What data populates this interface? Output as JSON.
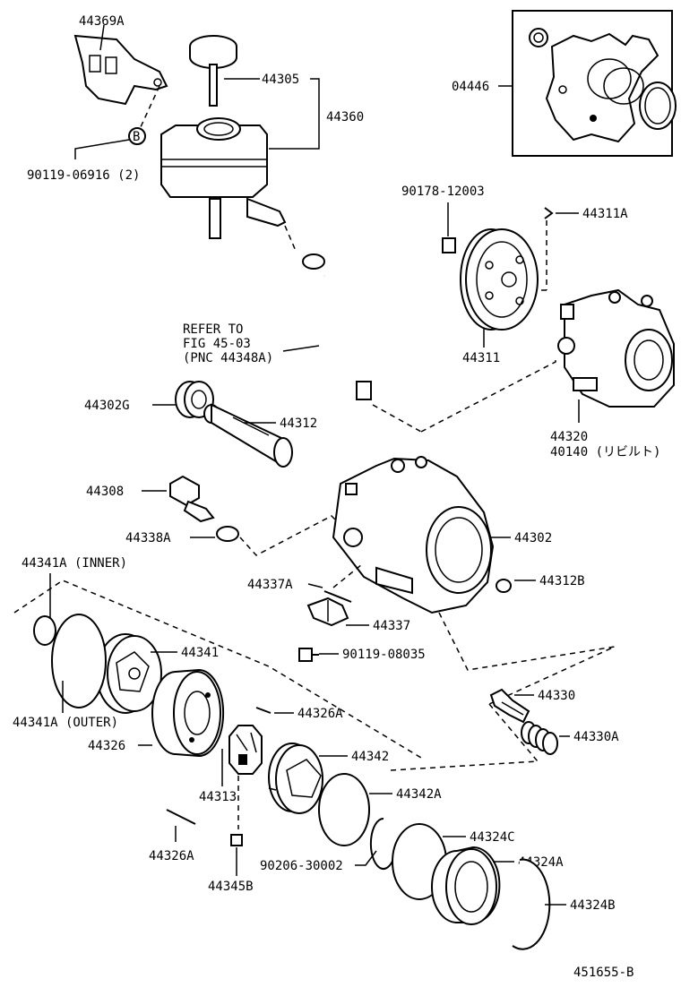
{
  "diagram": {
    "labels": {
      "p44369A": "44369A",
      "p44305": "44305",
      "p44360": "44360",
      "p90119_06916": "90119-06916 (2)",
      "bubbleB": "B",
      "p04446": "04446",
      "p90178_12003": "90178-12003",
      "p44311A": "44311A",
      "refer1": "REFER TO",
      "refer2": "FIG 45-03",
      "refer3": "(PNC 44348A)",
      "p44311": "44311",
      "p44320": "44320",
      "p40140": "40140 (リビルト)",
      "p44302G": "44302G",
      "p44312": "44312",
      "p44308": "44308",
      "p44338A": "44338A",
      "p44302": "44302",
      "p44341A_inner": "44341A (INNER)",
      "p44337A": "44337A",
      "p44312B": "44312B",
      "p44337": "44337",
      "p90119_08035": "90119-08035",
      "p44341": "44341",
      "p44330": "44330",
      "p44341A_outer": "44341A (OUTER)",
      "p44326A_top": "44326A",
      "p44330A": "44330A",
      "p44326": "44326",
      "p44342": "44342",
      "p44313": "44313",
      "p44342A": "44342A",
      "p44324C": "44324C",
      "p44326A_bottom": "44326A",
      "p90206_30002": "90206-30002",
      "p44324A": "44324A",
      "p44345B": "44345B",
      "p44324B": "44324B",
      "figure_id": "451655-B"
    }
  }
}
